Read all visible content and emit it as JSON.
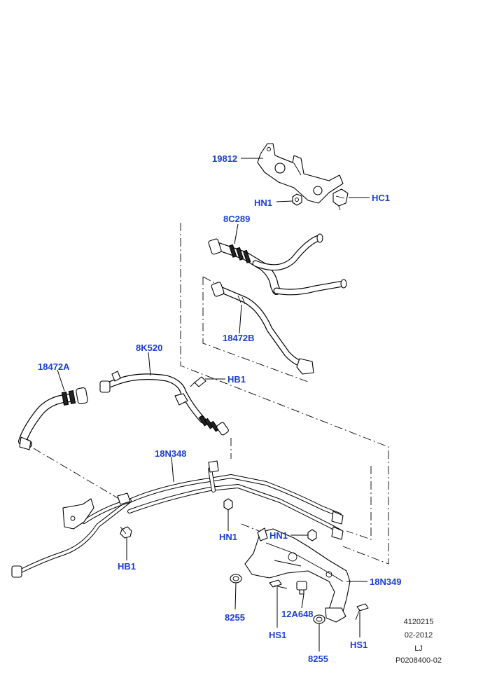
{
  "callouts": {
    "bracket_19812": "19812",
    "nut_hn1_top": "HN1",
    "clip_hc1": "HC1",
    "hose_8c289": "8C289",
    "hose_18472b": "18472B",
    "hose_8k520": "8K520",
    "hose_18472a": "18472A",
    "bolt_hb1_right": "HB1",
    "tube_18n348": "18N348",
    "nut_hn1_mid": "HN1",
    "bolt_hb1_left": "HB1",
    "nut_hn1_lower": "HN1",
    "manifold_18n349": "18N349",
    "oring_8255_left": "8255",
    "sensor_12a648": "12A648",
    "bolt_hs1_left": "HS1",
    "oring_8255_bottom": "8255",
    "bolt_hs1_right": "HS1"
  },
  "drawing_info": {
    "ref_number": "4120215",
    "date": "02-2012",
    "code": "LJ",
    "illustration_id": "P0208400-02"
  },
  "colors": {
    "callout_text": "#1a3fd0",
    "line_art": "#000000",
    "background": "#ffffff"
  }
}
